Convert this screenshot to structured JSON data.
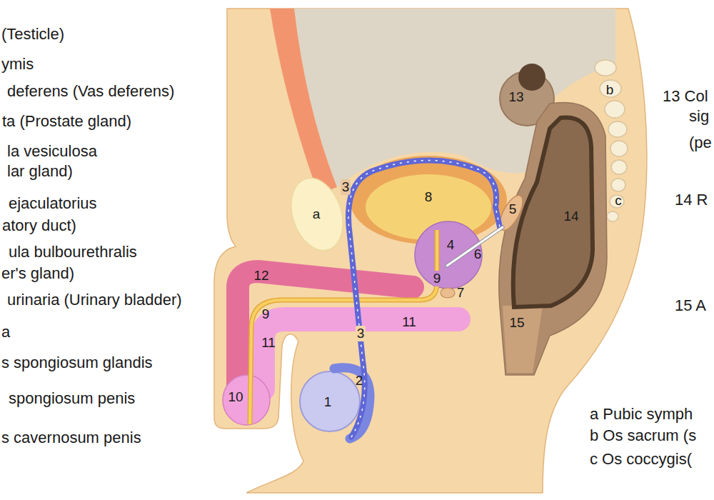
{
  "diagram": {
    "labels": [
      "(Testicle)",
      "ymis",
      "deferens (Vas deferens)",
      "ta (Prostate gland)",
      "la vesiculosa",
      "lar gland)",
      "ejaculatorius",
      "atory duct)",
      "ula bulbourethralis",
      "er's gland)",
      "urinaria (Urinary bladder)",
      "a",
      "s spongiosum glandis",
      "spongiosum penis",
      "s cavernosum penis",
      "13 Col",
      "sig",
      "(pe",
      "14 R",
      "15 A",
      "a Pubic symph",
      "b Os sacrum (s",
      "c Os coccygis(",
      "1",
      "2",
      "3",
      "3",
      "4",
      "5",
      "6",
      "7",
      "8",
      "9",
      "9",
      "10",
      "11",
      "11",
      "12",
      "13",
      "14",
      "15",
      "a",
      "b",
      "c"
    ]
  }
}
